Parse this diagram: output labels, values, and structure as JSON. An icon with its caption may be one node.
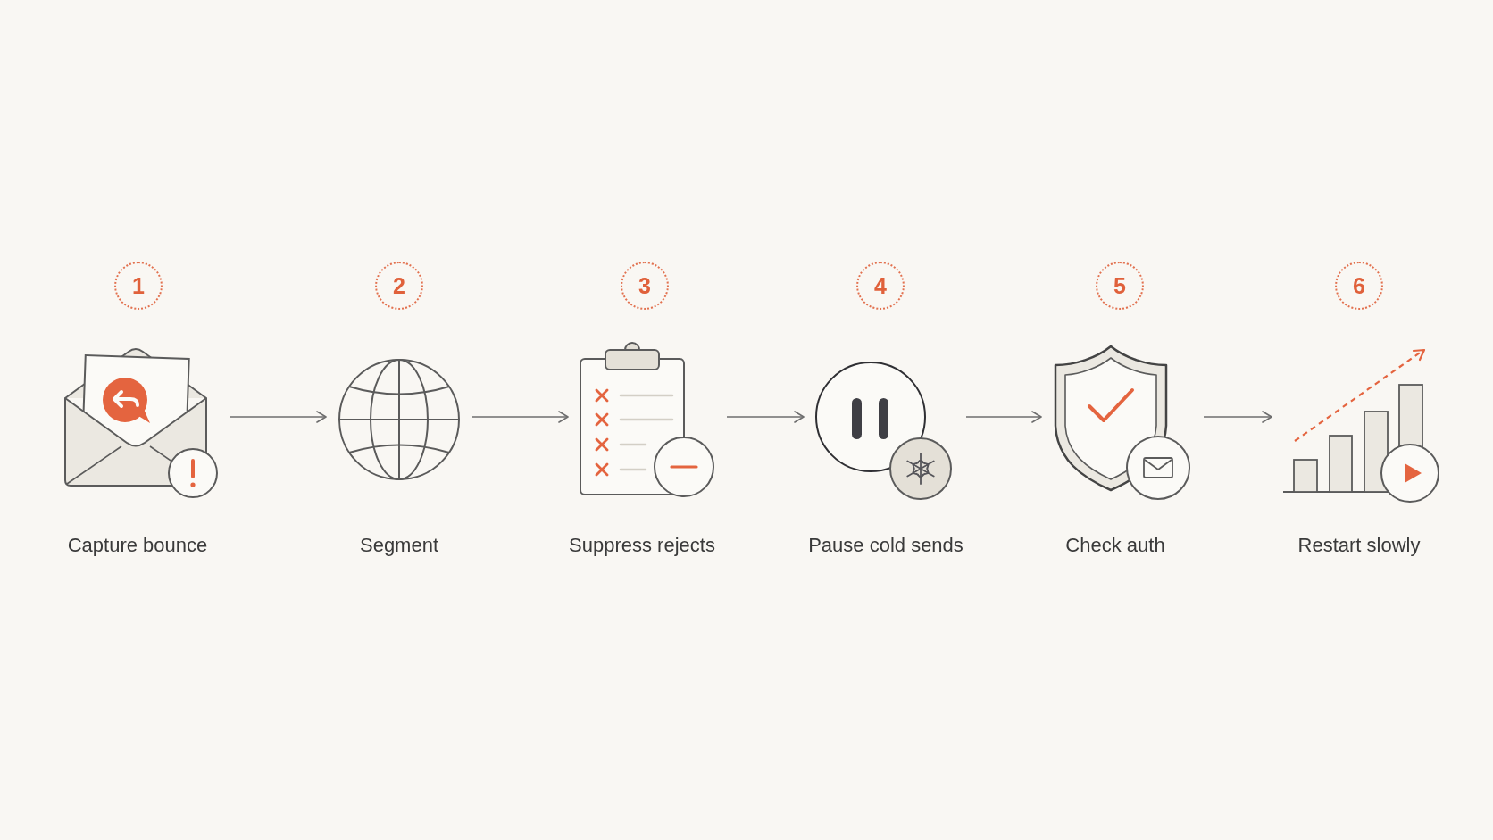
{
  "diagram": {
    "nodes": [
      {
        "text": [
          "1"
        ]
      },
      {
        "text": [],
        "shape": "picture",
        "beside": [
          "Capture bounce"
        ]
      },
      {
        "text": [
          "2"
        ]
      },
      {
        "text": [],
        "shape": "picture",
        "beside": [
          "Segment"
        ]
      },
      {
        "text": [
          "3"
        ]
      },
      {
        "text": [],
        "shape": "picture",
        "beside": [
          "Suppress rejects"
        ]
      },
      {
        "text": [
          "4"
        ]
      },
      {
        "text": [],
        "shape": "picture",
        "beside": [
          "Pause cold sends"
        ]
      },
      {
        "text": [
          "5"
        ]
      },
      {
        "text": [],
        "shape": "picture",
        "beside": [
          "Check auth"
        ]
      },
      {
        "text": [
          "6"
        ]
      },
      {
        "text": [],
        "shape": "picture",
        "beside": [
          "Restart slowly"
        ]
      }
    ],
    "edges": [
      {
        "from": 1,
        "to": 3,
        "arrow": "to"
      },
      {
        "from": 3,
        "to": 5,
        "arrow": "to"
      },
      {
        "from": 5,
        "to": 7,
        "arrow": "to"
      },
      {
        "from": 7,
        "to": 9,
        "arrow": "to"
      },
      {
        "from": 9,
        "to": 11,
        "arrow": "to"
      }
    ]
  }
}
